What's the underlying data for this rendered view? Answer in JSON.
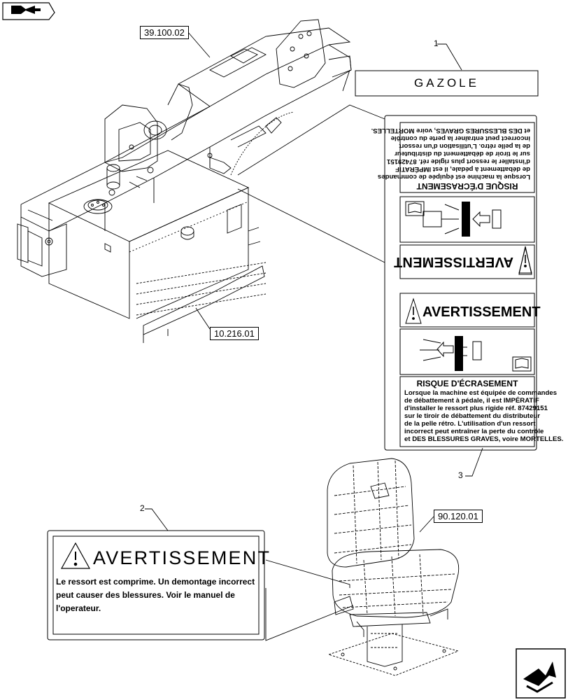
{
  "references": {
    "frame": "39.100.02",
    "tank": "10.216.01",
    "seat": "90.120.01"
  },
  "callouts": {
    "item1": "1",
    "item2": "2",
    "item3": "3"
  },
  "label1": {
    "text": "GAZOLE"
  },
  "label2": {
    "heading": "AVERTISSEMENT",
    "lines": [
      "Le ressort est comprime. Un demontage incorrect",
      "peut causer des blessures.  Voir le manuel de",
      "l'operateur."
    ]
  },
  "label3": {
    "heading": "AVERTISSEMENT",
    "subheading": "RISQUE D'ÉCRASEMENT",
    "lines": [
      "Lorsque la machine est équipée de commandes",
      "de débattement à pédale, il est IMPÉRATIF",
      "d'installer le ressort plus rigide réf. 87429151",
      "sur le tiroir de débattement du distributeur",
      "de la pelle rétro. L'utilisation d'un ressort",
      "incorrect peut entraîner la perte du contrôle",
      "et DES BLESSURES GRAVES, voire MORTELLES."
    ]
  },
  "navigation": {
    "top_icon": "book-arrow-icon",
    "bottom_icon": "next-page-arrow-icon"
  }
}
